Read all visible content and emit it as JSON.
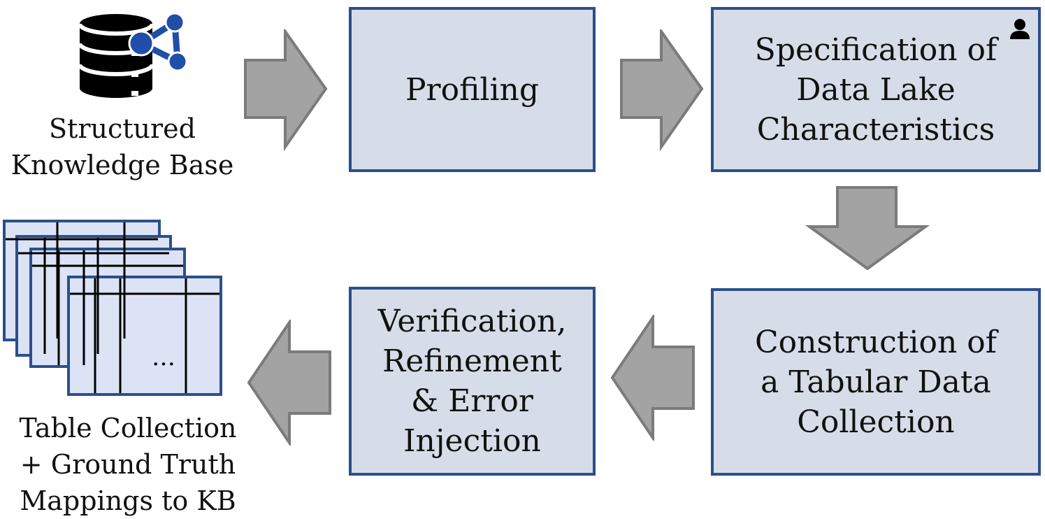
{
  "source_label": [
    "Structured",
    "Knowledge Base"
  ],
  "output_label": [
    "Table Collection",
    "+ Ground Truth",
    "Mappings to KB"
  ],
  "steps": [
    {
      "lines": [
        "Profiling"
      ]
    },
    {
      "lines": [
        "Specification of",
        "Data Lake",
        "Characteristics"
      ],
      "has_user_icon": true
    },
    {
      "lines": [
        "Construction of",
        "a Tabular Data",
        "Collection"
      ]
    },
    {
      "lines": [
        "Verification,",
        "Refinement",
        "& Error",
        "Injection"
      ]
    }
  ],
  "table_ellipsis": "…",
  "icons": [
    "database-icon",
    "knowledge-graph-icon",
    "user-icon",
    "table-stack-icon"
  ],
  "colors": {
    "box_fill": "#d6dde8",
    "box_border": "#2c4f8c",
    "arrow_fill": "#a3a3a3",
    "arrow_stroke": "#7b7b7b",
    "table_fill": "#dbe3f5"
  }
}
